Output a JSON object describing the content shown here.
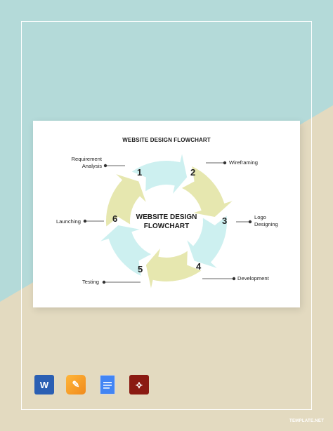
{
  "title": "WEBSITE DESIGN FLOWCHART",
  "center_title": [
    "WEBSITE DESIGN",
    "FLOWCHART"
  ],
  "steps": [
    {
      "number": "1",
      "label": [
        "Requirement",
        "Analysis"
      ]
    },
    {
      "number": "2",
      "label": [
        "Wireframing"
      ]
    },
    {
      "number": "3",
      "label": [
        "Logo",
        "Designing"
      ]
    },
    {
      "number": "4",
      "label": [
        "Development"
      ]
    },
    {
      "number": "5",
      "label": [
        "Testing"
      ]
    },
    {
      "number": "6",
      "label": [
        "Launching"
      ]
    }
  ],
  "colors": {
    "teal_arrow": "#cdf0f0",
    "yellow_arrow": "#e6e7af",
    "background_top": "#b4dad9",
    "background_bottom": "#e3dac0",
    "connector": "#333333"
  },
  "app_icons": [
    "word-icon",
    "pages-icon",
    "google-docs-icon",
    "pdf-icon"
  ],
  "watermark": "TEMPLATE.NET"
}
